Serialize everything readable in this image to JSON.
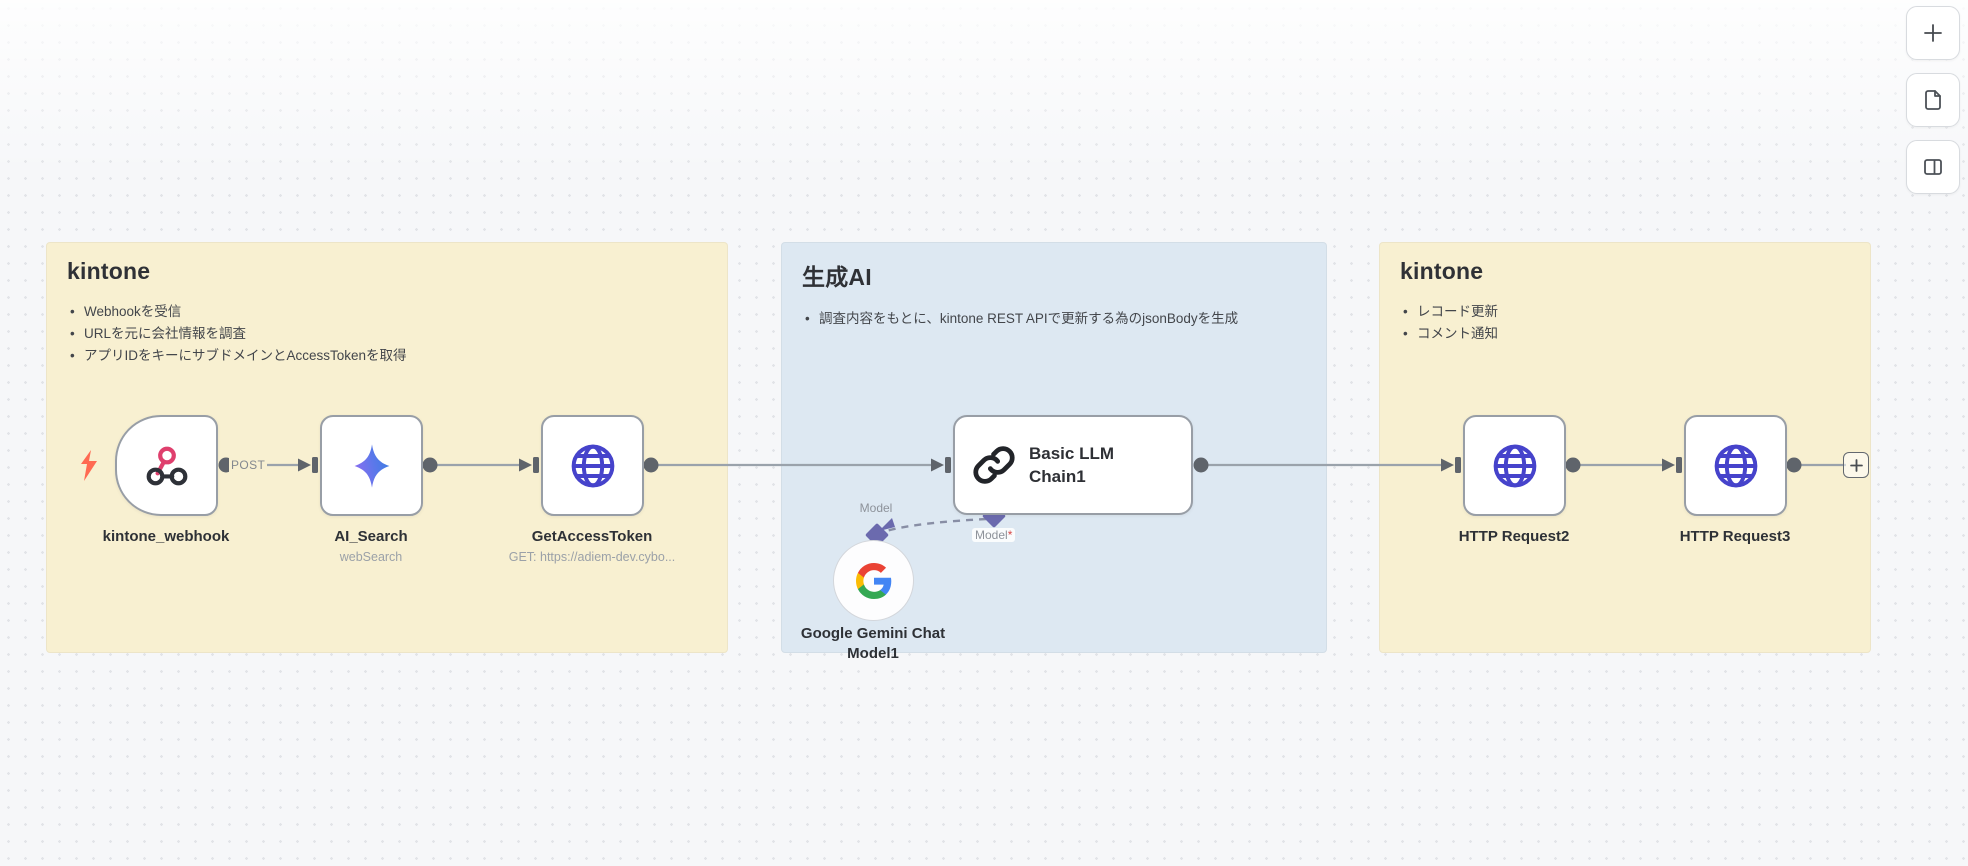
{
  "stickies": [
    {
      "title": "kintone",
      "bullets": [
        "Webhookを受信",
        "URLを元に会社情報を調査",
        "アプリIDをキーにサブドメインとAccessTokenを取得"
      ],
      "color": "#f8f0d1"
    },
    {
      "title": "生成AI",
      "bullets": [
        "調査内容をもとに、kintone REST APIで更新する為のjsonBodyを生成"
      ],
      "color": "#dde8f2"
    },
    {
      "title": "kintone",
      "bullets": [
        "レコード更新",
        "コメント通知"
      ],
      "color": "#f8f0d1"
    }
  ],
  "nodes": {
    "webhook": {
      "label": "kintone_webhook"
    },
    "ai_search": {
      "label": "AI_Search",
      "subtitle": "webSearch"
    },
    "get_access_token": {
      "label": "GetAccessToken",
      "subtitle": "GET: https://adiem-dev.cybo..."
    },
    "llm_chain": {
      "label": "Basic LLM Chain1"
    },
    "gemini": {
      "label": "Google Gemini Chat Model1"
    },
    "http2": {
      "label": "HTTP Request2"
    },
    "http3": {
      "label": "HTTP Request3"
    }
  },
  "connections": {
    "post_label": "POST"
  },
  "ai_ports": {
    "model_label": "Model",
    "model_required_label": "Model",
    "required_mark": "*"
  },
  "colors": {
    "canvas_bg": "#f6f7f9",
    "sticky_yellow": "#f8f0d1",
    "sticky_blue": "#dde8f2",
    "node_border": "#989ea6",
    "wire_gray": "#9aa2ab",
    "port_gray": "#5f646b",
    "model_port_purple": "#6b6aae",
    "globe_indigo": "#4643cb",
    "bolt_coral": "#ff6a52",
    "webhook_pink": "#df3f6d",
    "webhook_dark": "#2e3138"
  }
}
